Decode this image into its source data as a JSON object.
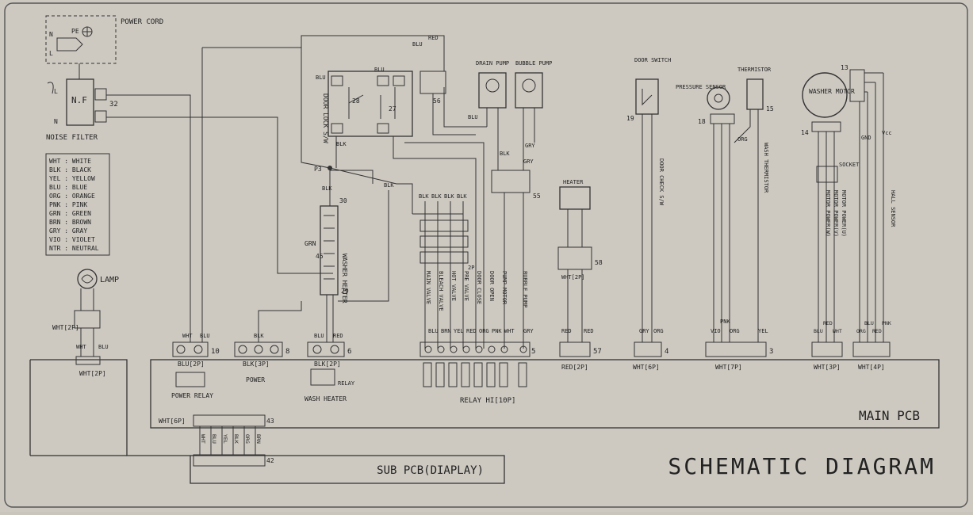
{
  "title": "SCHEMATIC DIAGRAM",
  "boards": {
    "main": "MAIN PCB",
    "sub": "SUB PCB(DIAPLAY)"
  },
  "power_cord": {
    "label": "POWER CORD",
    "pins": [
      "N",
      "PE",
      "L"
    ]
  },
  "noise_filter": {
    "label": "NOISE FILTER",
    "device": "N.F",
    "pins": [
      "L",
      "N"
    ],
    "connector": "32"
  },
  "color_legend": [
    "WHT : WHITE",
    "BLK : BLACK",
    "YEL : YELLOW",
    "BLU : BLUE",
    "ORG : ORANGE",
    "PNK : PINK",
    "GRN : GREEN",
    "BRN : BROWN",
    "GRY : GRAY",
    "VIO : VIOLET",
    "NTR : NEUTRAL"
  ],
  "lamp": {
    "label": "LAMP",
    "wire_left": "WHT",
    "wire_right": "BLU",
    "connector": "WHT[2P]",
    "pcb_connector": "WHT[2P]"
  },
  "power_relay": {
    "label": "POWER RELAY",
    "connector": "BLU[2P]",
    "number": "10",
    "wires": [
      "WHT",
      "BLU"
    ]
  },
  "power": {
    "label": "POWER",
    "connector": "BLK[3P]",
    "number": "8",
    "wire": "BLK"
  },
  "wash_heater_relay": {
    "label": "WASH HEATER",
    "sub": "RELAY",
    "connector": "BLK[2P]",
    "number": "6",
    "wires": [
      "BLU",
      "RED"
    ]
  },
  "relay_block": {
    "label": "RELAY HI[10P]",
    "number": "5",
    "loads": [
      "MAIN VALVE",
      "BLEACH VALVE",
      "HOT VALVE",
      "PRE VALVE",
      "DOOR CLOSE",
      "DOOR OPEN",
      "PUMP MOTOR",
      "BUBBLE PUMP"
    ],
    "wires": [
      "BLU",
      "BRN",
      "YEL",
      "RED",
      "ORG",
      "PNK",
      "WHT",
      "GRY"
    ],
    "top_wires": [
      "BLK",
      "BLK",
      "BLK",
      "BLK",
      "BLK"
    ],
    "note": "2P"
  },
  "door_lock": {
    "label": "DOOR LOCK S/W",
    "numbers": [
      "27",
      "28"
    ],
    "wires": [
      "BLU",
      "BLU",
      "BLK"
    ],
    "plug": "P3"
  },
  "washer_heater": {
    "label": "WASHER HEATER",
    "number": "29",
    "connector": "30",
    "ground": "GRN",
    "ground_no": "45",
    "wire": "BLK"
  },
  "pumps": {
    "drain": "DRAIN PUMP",
    "bubble": "BUBBLE PUMP",
    "wire_drain": "BLU",
    "wire_bubble": "GRY",
    "connector": "55",
    "wires_down": [
      "BLK",
      "GRY"
    ]
  },
  "valve_connector": {
    "number": "56",
    "wire": "BLU",
    "wire_red": "RED"
  },
  "heater": {
    "label": "HEATER",
    "connector": "WHT[2P]",
    "number": "58",
    "wires": [
      "RED",
      "RED"
    ],
    "pcb_connector": "RED[2P]",
    "pcb_number": "57"
  },
  "door_switch": {
    "label": "DOOR SWITCH",
    "number": "19",
    "sub": "DOOR CHECK S/W",
    "wires": [
      "GRY",
      "ORG"
    ],
    "pcb_connector": "WHT[6P]",
    "pcb_number": "4"
  },
  "pressure_sensor": {
    "label": "PRESSURE SENSOR",
    "number": "18",
    "thermistor": "THERMISTOR",
    "therm_no": "15",
    "sub": "WASH THERMISTOR",
    "wires": [
      "VIO",
      "PNK",
      "ORG",
      "YEL"
    ],
    "note": "ORG",
    "pcb_connector": "WHT[7P]",
    "pcb_number": "3"
  },
  "motor": {
    "label": "WASHER MOTOR",
    "hall": "HALL SENSOR",
    "connector_no": "13",
    "motor_no": "14",
    "labels": [
      "MOTOR POWER(U)",
      "MOTOR POWER(V)",
      "MOTOR POWER(W)"
    ],
    "socket": "SOCKET",
    "wires": [
      "BLU",
      "RED",
      "WHT",
      "ORG",
      "BLU",
      "RED",
      "PNK"
    ],
    "pcb_connector": "WHT[3P]",
    "pcb_connector_b": "WHT[4P]",
    "ground": "GND",
    "vcc": "Vcc"
  },
  "sub_pcb_connector": {
    "label": "WHT[6P]",
    "numbers": [
      "43",
      "42"
    ],
    "wires": [
      "BRN",
      "ORG",
      "BLK",
      "YEL",
      "BLU",
      "WHT"
    ]
  }
}
